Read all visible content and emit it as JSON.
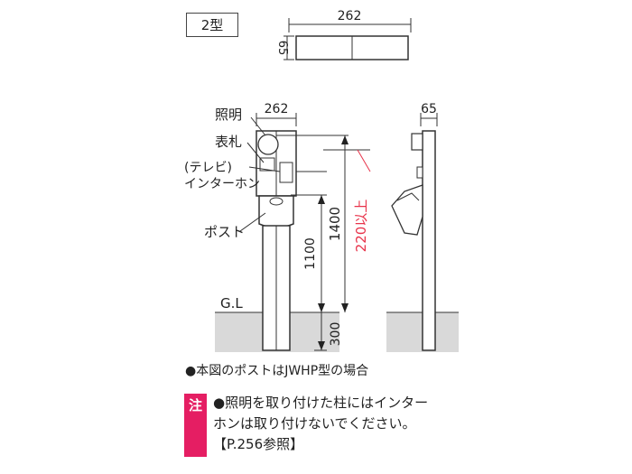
{
  "type_label": "2型",
  "top_view": {
    "width_dim": "262",
    "depth_dim": "65"
  },
  "front_view": {
    "width_dim": "262",
    "labels": {
      "light": "照明",
      "nameplate": "表札",
      "intercom_line1": "(テレビ)",
      "intercom_line2": "インターホン",
      "post": "ポスト",
      "ground": "G.L"
    },
    "dims": {
      "post_height": "1100",
      "light_height": "1400",
      "total": "220以上",
      "buried": "300"
    }
  },
  "side_view": {
    "depth_dim": "65"
  },
  "notes": {
    "main": "●本図のポストはJWHP型の場合",
    "caution_badge": "注",
    "caution_lines": [
      "●照明を取り付けた柱にはインター",
      "ホンは取り付けないでください。",
      "【P.256参照】"
    ]
  },
  "colors": {
    "accent_red": "#e8334a",
    "caution_bg": "#e51e63",
    "ground_fill": "#d9d9d9"
  }
}
